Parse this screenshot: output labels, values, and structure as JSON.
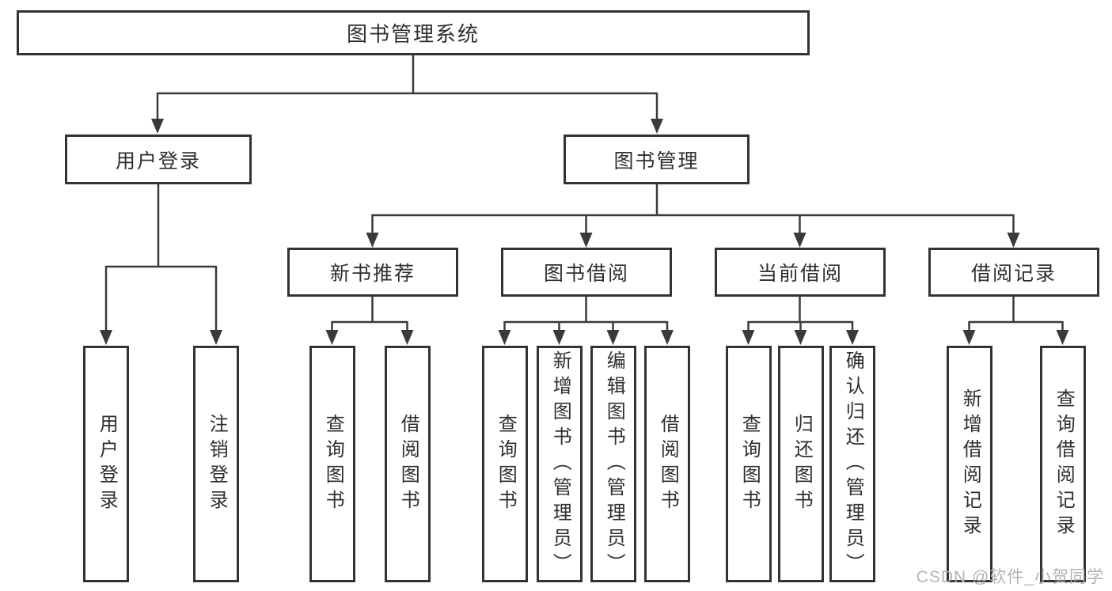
{
  "watermark": {
    "text": "CSDN @软件_小贺同学"
  },
  "colors": {
    "line": "#3a3a3a",
    "border": "#333333",
    "text": "#2f2f2f",
    "watermark": "#b3b3b3",
    "background": "#ffffff"
  },
  "tree": {
    "label": "图书管理系统",
    "children": [
      {
        "label": "用户登录",
        "children": [
          {
            "label": "用户登录"
          },
          {
            "label": "注销登录"
          }
        ]
      },
      {
        "label": "图书管理",
        "children": [
          {
            "label": "新书推荐",
            "children": [
              {
                "label": "查询图书"
              },
              {
                "label": "借阅图书"
              }
            ]
          },
          {
            "label": "图书借阅",
            "children": [
              {
                "label": "查询图书"
              },
              {
                "label": "新增图书（管理员）"
              },
              {
                "label": "编辑图书（管理员）"
              },
              {
                "label": "借阅图书"
              }
            ]
          },
          {
            "label": "当前借阅",
            "children": [
              {
                "label": "查询图书"
              },
              {
                "label": "归还图书"
              },
              {
                "label": "确认归还（管理员）"
              }
            ]
          },
          {
            "label": "借阅记录",
            "children": [
              {
                "label": "新增借阅记录"
              },
              {
                "label": "查询借阅记录"
              }
            ]
          }
        ]
      }
    ]
  }
}
